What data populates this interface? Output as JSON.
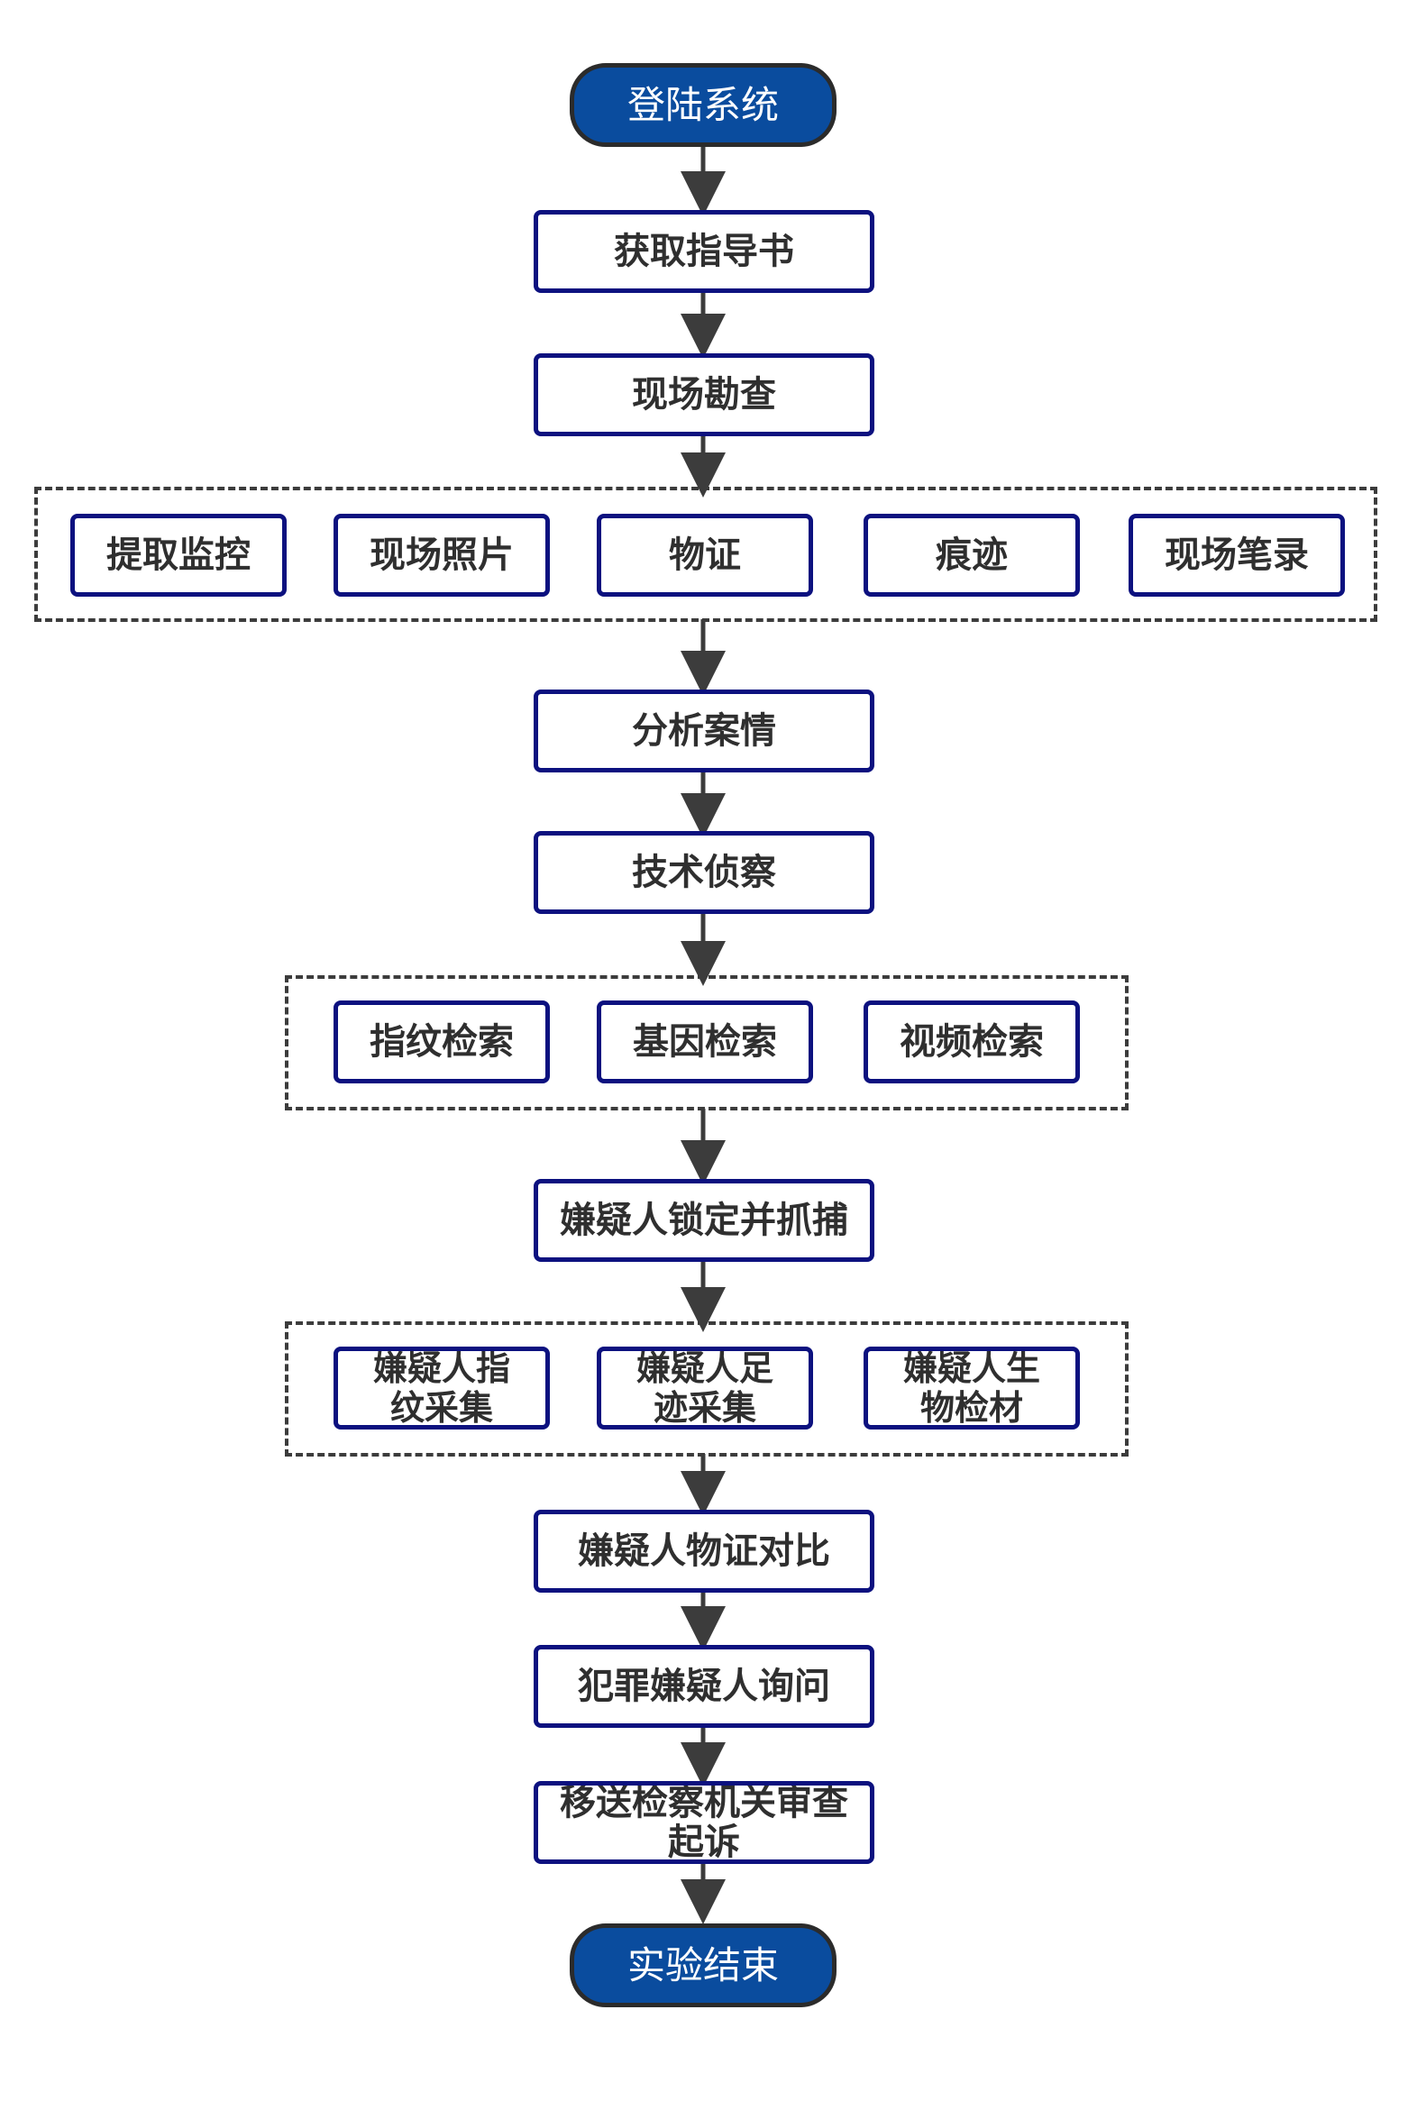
{
  "colors": {
    "terminal_fill": "#0a4c9e",
    "terminal_border": "#2b2b2b",
    "box_border": "#0c117f",
    "text": "#2f2f2f",
    "arrow": "#3c3c3c",
    "dashed_group": "#3c3c3c"
  },
  "nodes": {
    "start": "登陆系统",
    "get_guide": "获取指导书",
    "scene_survey": "现场勘查",
    "extract_monitor": "提取监控",
    "scene_photos": "现场照片",
    "physical_evidence": "物证",
    "traces": "痕迹",
    "scene_notes": "现场笔录",
    "analyze_case": "分析案情",
    "tech_investigation": "技术侦察",
    "fingerprint_search": "指纹检索",
    "gene_search": "基因检索",
    "video_search": "视频检索",
    "lock_arrest": "嫌疑人锁定并抓捕",
    "suspect_fingerprint": "嫌疑人指纹采集",
    "suspect_footprint": "嫌疑人足迹采集",
    "suspect_biomaterial": "嫌疑人生物检材",
    "evidence_compare": "嫌疑人物证对比",
    "interrogation": "犯罪嫌疑人询问",
    "transfer_prosecution": "移送检察机关审查起诉",
    "end": "实验结束"
  }
}
